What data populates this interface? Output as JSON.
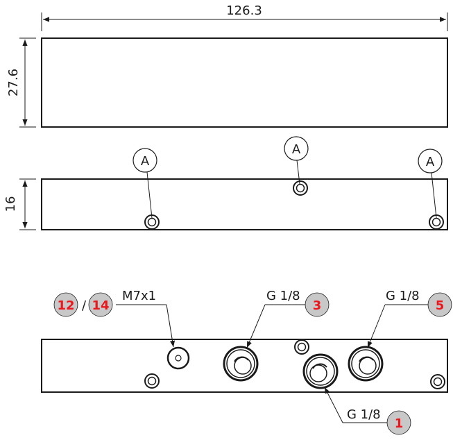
{
  "dimensions": {
    "length": "126.3",
    "height_top_view": "27.6",
    "height_side_view": "16"
  },
  "callouts": {
    "a1": "A",
    "a2": "A",
    "a3": "A"
  },
  "threads": {
    "pilot": "M7x1",
    "port3": "G 1/8",
    "port5": "G 1/8",
    "port1": "G 1/8"
  },
  "ports": {
    "p12": "12",
    "separator": "/",
    "p14": "14",
    "p3": "3",
    "p5": "5",
    "p1": "1"
  },
  "colors": {
    "line": "#1a1a1a",
    "bubble_fill": "#c8c8c8",
    "port_number": "#e8181e"
  }
}
